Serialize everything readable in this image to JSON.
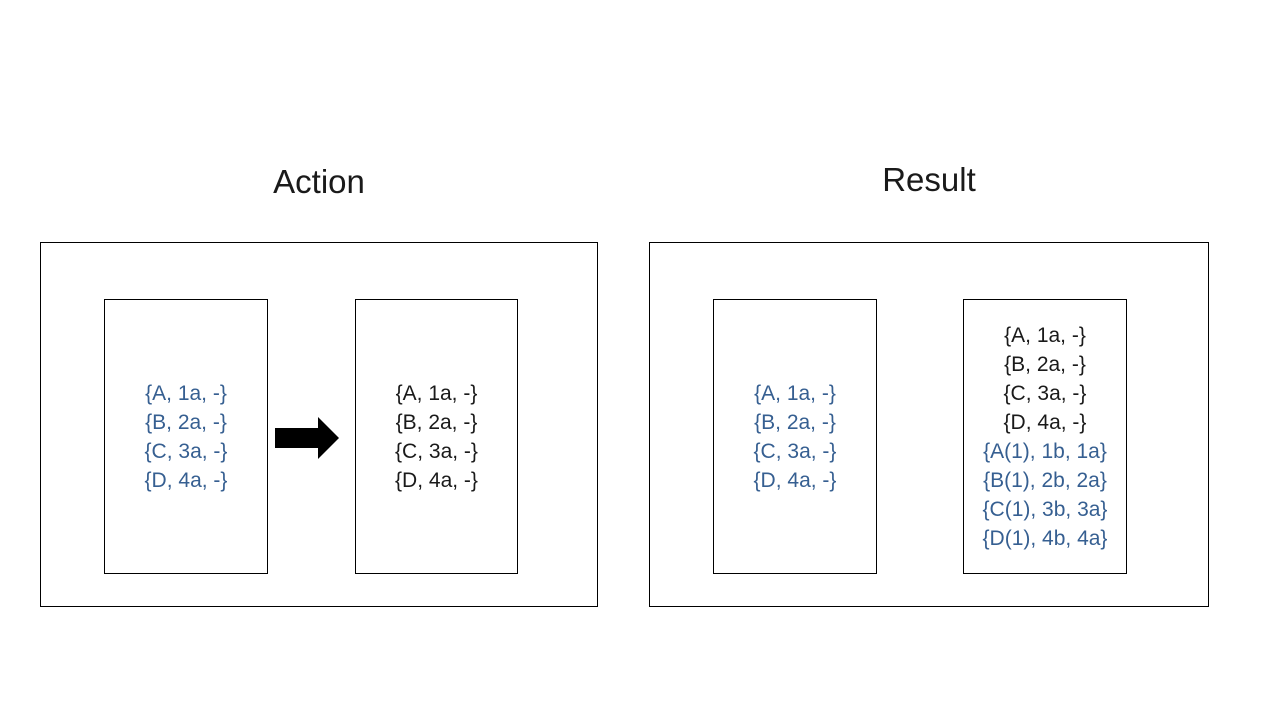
{
  "colors": {
    "background": "#ffffff",
    "blue-text": "#365F91",
    "black-text": "#1a1a1a",
    "box-border": "#000000",
    "arrow-fill": "#000000"
  },
  "panels": [
    {
      "title": "Action",
      "source_box": {
        "lines": [
          {
            "text": "{A, 1a, -}",
            "color": "blue"
          },
          {
            "text": "{B, 2a, -}",
            "color": "blue"
          },
          {
            "text": "{C, 3a, -}",
            "color": "blue"
          },
          {
            "text": "{D, 4a, -}",
            "color": "blue"
          }
        ]
      },
      "target_box": {
        "lines": [
          {
            "text": "{A, 1a, -}",
            "color": "black"
          },
          {
            "text": "{B, 2a, -}",
            "color": "black"
          },
          {
            "text": "{C, 3a, -}",
            "color": "black"
          },
          {
            "text": "{D, 4a, -}",
            "color": "black"
          }
        ]
      }
    },
    {
      "title": "Result",
      "source_box": {
        "lines": [
          {
            "text": "{A, 1a, -}",
            "color": "blue"
          },
          {
            "text": "{B, 2a, -}",
            "color": "blue"
          },
          {
            "text": "{C, 3a, -}",
            "color": "blue"
          },
          {
            "text": "{D, 4a, -}",
            "color": "blue"
          }
        ]
      },
      "target_box": {
        "lines": [
          {
            "text": "{A, 1a, -}",
            "color": "black"
          },
          {
            "text": "{B, 2a, -}",
            "color": "black"
          },
          {
            "text": "{C, 3a, -}",
            "color": "black"
          },
          {
            "text": "{D, 4a, -}",
            "color": "black"
          },
          {
            "text": "{A(1), 1b, 1a}",
            "color": "blue"
          },
          {
            "text": "{B(1), 2b, 2a}",
            "color": "blue"
          },
          {
            "text": "{C(1), 3b, 3a}",
            "color": "blue"
          },
          {
            "text": "{D(1), 4b, 4a}",
            "color": "blue"
          }
        ]
      }
    }
  ]
}
